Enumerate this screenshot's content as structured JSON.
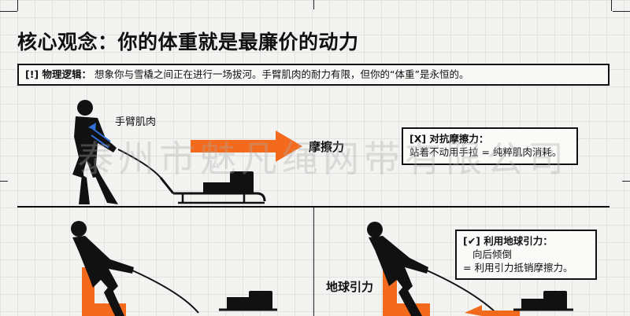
{
  "title": "核心观念：你的体重就是最廉价的动力",
  "logic": {
    "tag": "[!] 物理逻辑：",
    "text": "想象你与雪橇之间正在进行一场拔河。手臂肌肉的耐力有限，但你的“体重”是永恒的。"
  },
  "panel_top": {
    "arm_label": "手臂肌肉",
    "arrow_label": "摩擦力",
    "note_title": "[X] 对抗摩擦力：",
    "note_line": "站着不动用手拉 = 纯粹肌肉消耗。"
  },
  "panel_bottom": {
    "gravity_label": "地球引力",
    "note_title": "[✔] 利用地球引力：",
    "note_line1": "向后倾倒",
    "note_line2": "=  利用引力抵销摩擦力。"
  },
  "watermark": "泰州市魅凡绳网带有限公司",
  "colors": {
    "accent": "#f46a1c",
    "ink": "#111111"
  }
}
